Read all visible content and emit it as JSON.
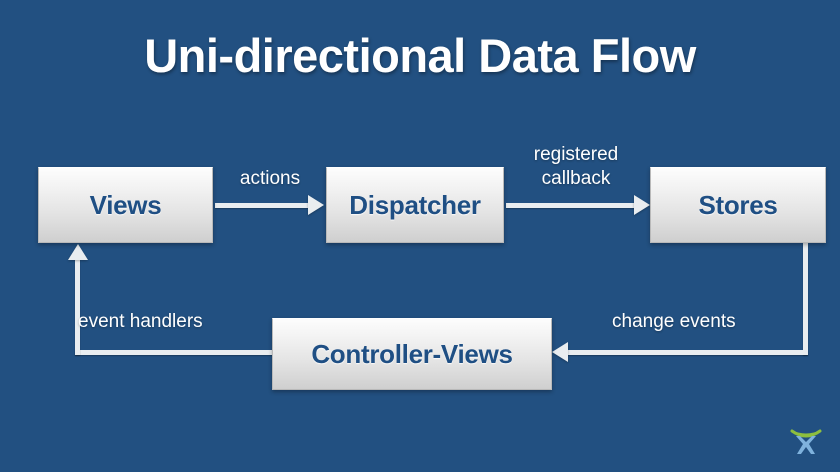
{
  "slide": {
    "title": "Uni-directional Data Flow",
    "background_color": "#225081",
    "title_color": "#ffffff",
    "node_text_color": "#1f4f84",
    "edge_color": "#e9edf0"
  },
  "nodes": [
    {
      "id": "views",
      "label": "Views"
    },
    {
      "id": "dispatcher",
      "label": "Dispatcher"
    },
    {
      "id": "stores",
      "label": "Stores"
    },
    {
      "id": "controller-views",
      "label": "Controller-Views"
    }
  ],
  "edges": [
    {
      "id": "actions",
      "label": "actions",
      "from": "views",
      "to": "dispatcher",
      "direction": "right"
    },
    {
      "id": "registered",
      "label": "registered\ncallback",
      "from": "dispatcher",
      "to": "stores",
      "direction": "right"
    },
    {
      "id": "change-events",
      "label": "change events",
      "from": "stores",
      "to": "controller-views",
      "direction": "left"
    },
    {
      "id": "event-handlers",
      "label": "event handlers",
      "from": "controller-views",
      "to": "views",
      "direction": "up"
    }
  ],
  "logo": {
    "name": "x-logo",
    "arc_color": "#8dbf3f",
    "mark_color": "#7fb2dd"
  }
}
